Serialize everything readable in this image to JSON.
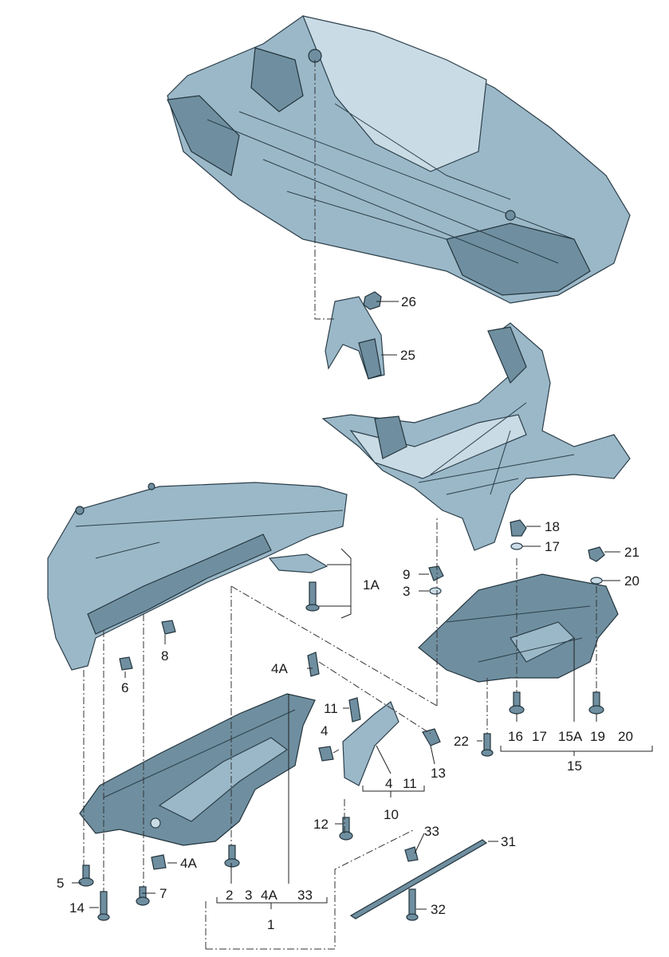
{
  "callouts": {
    "c1": "1",
    "c1A": "1A",
    "c2": "2",
    "c3a": "3",
    "c3b": "3",
    "c4a": "4",
    "c4b": "4",
    "c4A_a": "4A",
    "c4A_b": "4A",
    "c4A_c": "4A",
    "c5": "5",
    "c6": "6",
    "c7": "7",
    "c8": "8",
    "c9": "9",
    "c10": "10",
    "c11a": "11",
    "c11b": "11",
    "c12": "12",
    "c13": "13",
    "c14": "14",
    "c15": "15",
    "c15A": "15A",
    "c16": "16",
    "c17a": "17",
    "c17b": "17",
    "c18": "18",
    "c19": "19",
    "c20a": "20",
    "c20b": "20",
    "c21": "21",
    "c22": "22",
    "c25": "25",
    "c26": "26",
    "c31": "31",
    "c32": "32",
    "c33a": "33",
    "c33b": "33"
  },
  "colors": {
    "part_fill": "#9bb8c8",
    "part_dark": "#6f8fa0",
    "part_light": "#c9dbe5",
    "outline": "#2c3f4a",
    "background": "#ffffff"
  }
}
